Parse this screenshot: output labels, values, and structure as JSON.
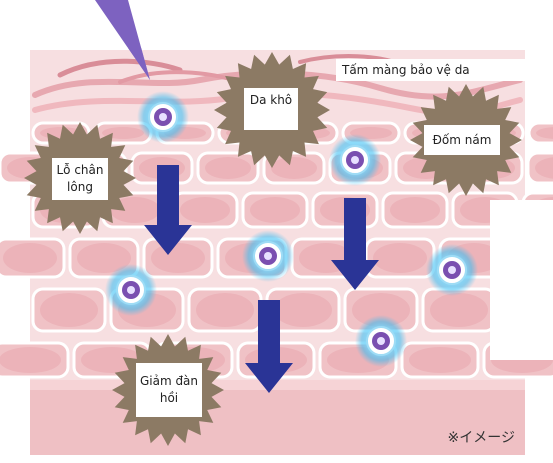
{
  "labels": {
    "protective_film": "Tấm màng bảo vệ da",
    "dry_skin": "Da khô",
    "dark_spots": "Đốm nám",
    "pores_line1": "Lỗ chân",
    "pores_line2": "lông",
    "elasticity_line1": "Giảm đàn",
    "elasticity_line2": "hồi"
  },
  "footnote": "※イメージ",
  "colors": {
    "background": "#f7dfe1",
    "cell_fill": "#f0c2c6",
    "cell_outline": "#ffffff",
    "dermis": "#efc0c4",
    "burst": "#8c7a64",
    "arrow": "#2a3496",
    "light_beam": "#7d62c0",
    "particle_glow": "#38bdf2",
    "particle_core": "#7a4fb0"
  },
  "icons": [
    "light-beam",
    "damage-burst",
    "penetration-arrow",
    "active-particle"
  ]
}
